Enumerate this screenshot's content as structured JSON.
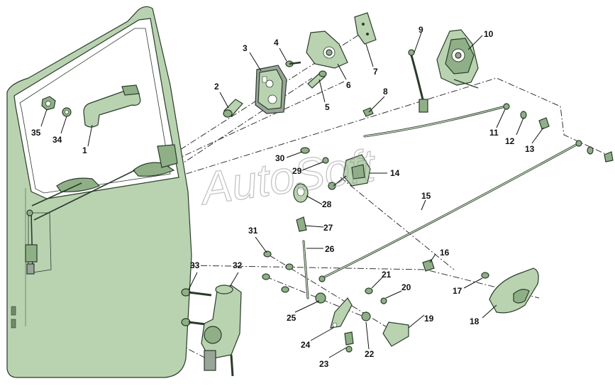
{
  "watermark": "AutoSoft",
  "callouts": {
    "n1": "1",
    "n2": "2",
    "n3": "3",
    "n4": "4",
    "n5": "5",
    "n6": "6",
    "n7": "7",
    "n8": "8",
    "n9": "9",
    "n10": "10",
    "n11": "11",
    "n12": "12",
    "n13": "13",
    "n14": "14",
    "n15": "15",
    "n16": "16",
    "n17": "17",
    "n18": "18",
    "n19": "19",
    "n20": "20",
    "n21": "21",
    "n22": "22",
    "n23": "23",
    "n24": "24",
    "n25": "25",
    "n26": "26",
    "n27": "27",
    "n28": "28",
    "n29": "29",
    "n30": "30",
    "n31": "31",
    "n32": "32",
    "n33": "33",
    "n34": "34",
    "n35": "35"
  },
  "colors": {
    "part_fill": "#b9d3b1",
    "part_dark": "#8fb087",
    "outline": "#2a3a2a",
    "background": "#ffffff"
  }
}
